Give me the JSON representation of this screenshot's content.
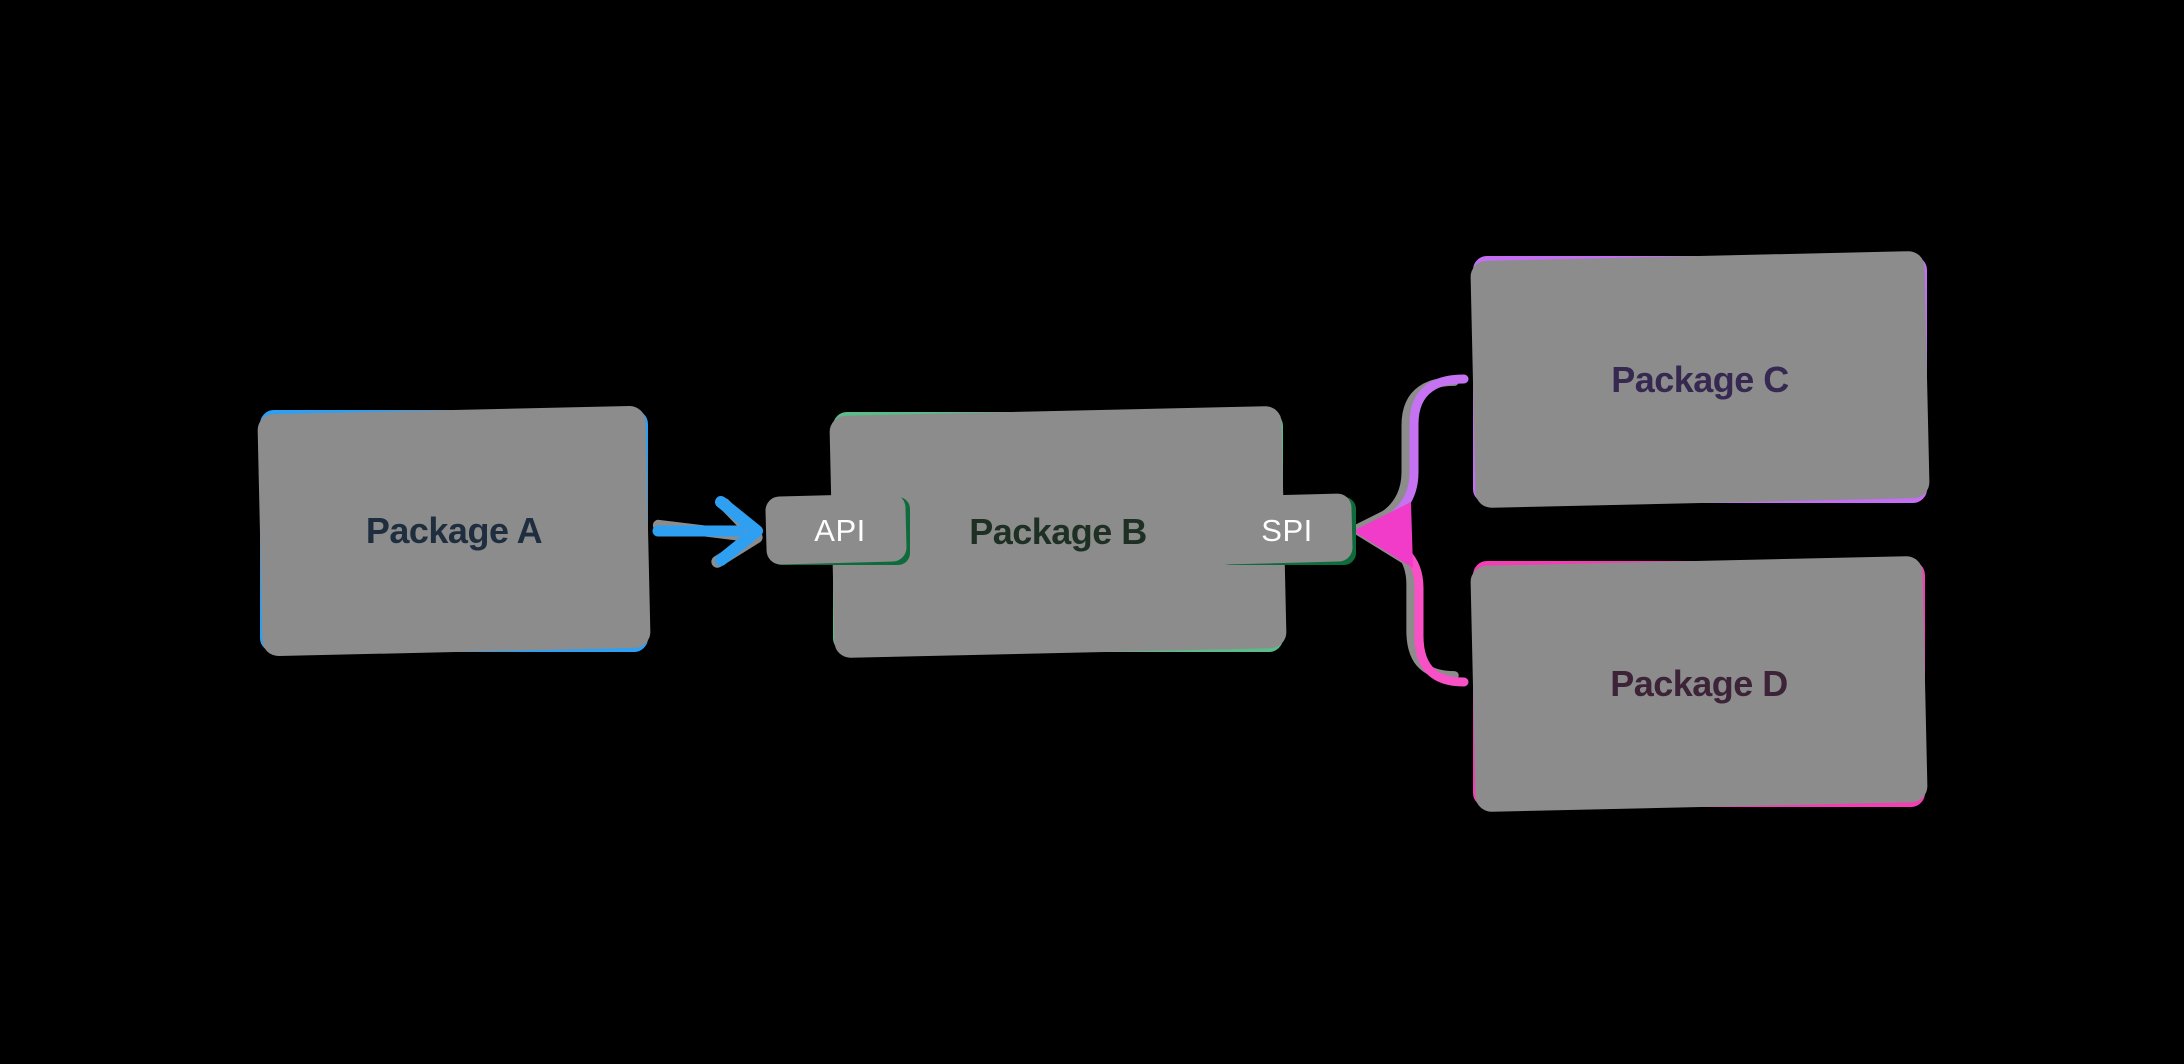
{
  "diagram": {
    "background": "#000000",
    "shadow_color": "#8C8C8C",
    "nodes": [
      {
        "id": "package-a",
        "label": "Package A",
        "fill": "#BEE2FB",
        "border_color": "#2F9FF2",
        "text_color": "#1F2E3F"
      },
      {
        "id": "package-b",
        "label": "Package B",
        "fill": "#B2F1C7",
        "border_color": "#5ABD89",
        "text_color": "#1D3023"
      },
      {
        "id": "package-c",
        "label": "Package C",
        "fill": "#E6CFFA",
        "border_color": "#C46FF3",
        "text_color": "#362850"
      },
      {
        "id": "package-d",
        "label": "Package D",
        "fill": "#FCC9EF",
        "border_color": "#F33FB3",
        "text_color": "#3C2338"
      }
    ],
    "badges": [
      {
        "id": "api",
        "label": "API",
        "fill": "#25A55B",
        "border_color": "#0E6B3C",
        "text_color": "#FFFFFF"
      },
      {
        "id": "spi",
        "label": "SPI",
        "fill": "#25A55B",
        "border_color": "#0E6B3C",
        "text_color": "#FFFFFF"
      }
    ],
    "connectors": [
      {
        "id": "arrow-a-to-api",
        "type": "arrow",
        "color": "#2F9FF2"
      },
      {
        "id": "brace-spi-to-c-d",
        "type": "brace",
        "top_color": "#C573F3",
        "bottom_color": "#F751C5",
        "arrowhead_color": "#F03CC8"
      }
    ]
  }
}
